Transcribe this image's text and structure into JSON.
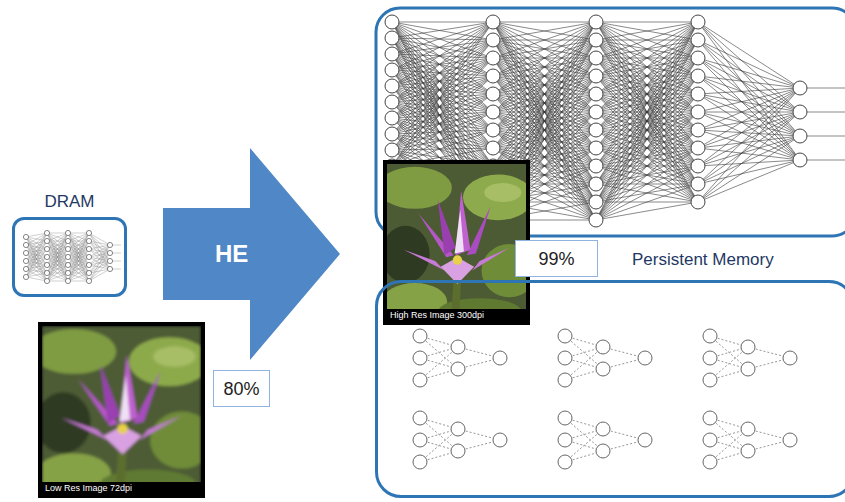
{
  "diagram": {
    "nodes": [
      {
        "text": [
          "DRAM"
        ]
      },
      {
        "text": [
          "Low Res Image 72dpi"
        ]
      },
      {
        "text": [
          "80%"
        ]
      },
      {
        "text": [
          "HE"
        ]
      },
      {
        "text": [
          "High Res Image 300dpi"
        ]
      },
      {
        "text": [
          "99%"
        ]
      },
      {
        "text": [
          "Persistent Memory"
        ]
      }
    ]
  }
}
